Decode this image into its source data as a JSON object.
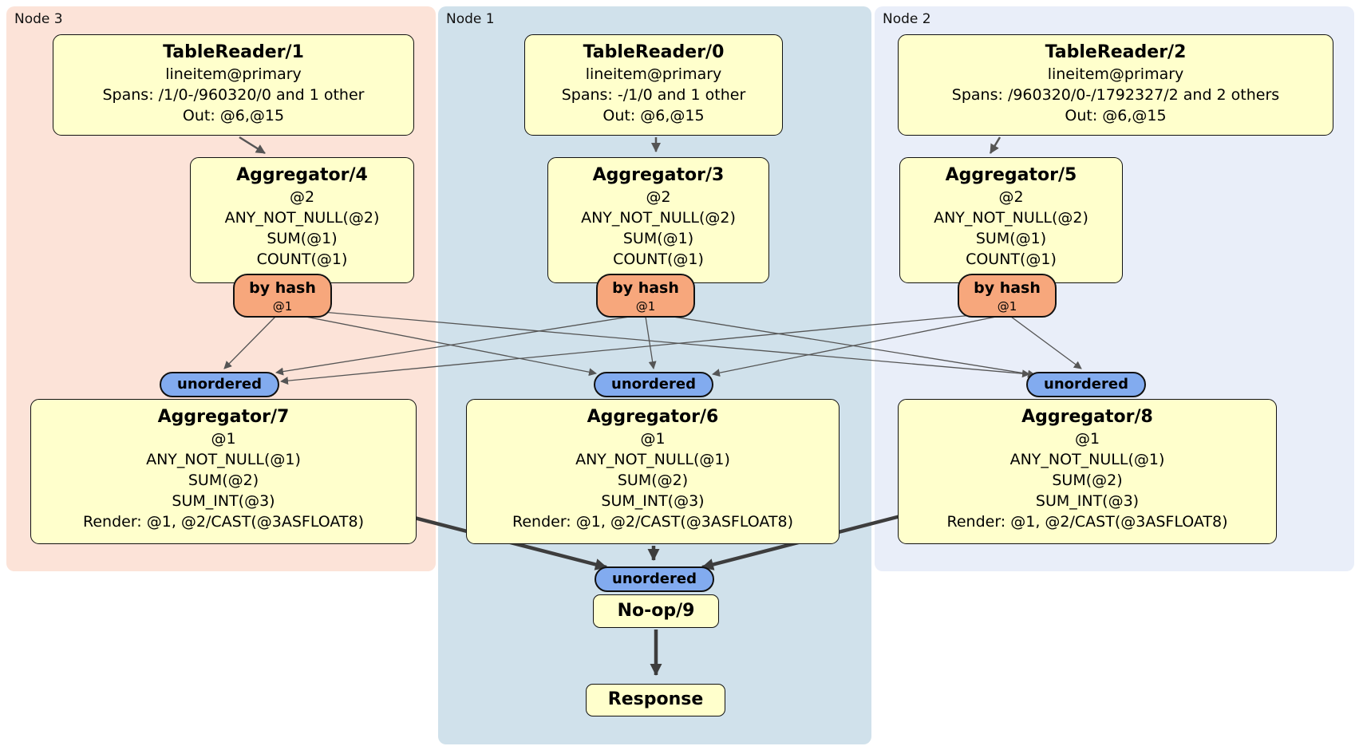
{
  "colors": {
    "node3_bg": "#fce3d8",
    "node1_bg": "#d0e1eb",
    "node2_bg": "#e9eef9",
    "box_fill": "#ffffcc",
    "hash_badge_fill": "#f7a77c",
    "stream_badge_fill": "#82abef",
    "edge_thin": "#555555",
    "edge_thick": "#3d3d3d"
  },
  "nodes": [
    {
      "label": "Node 3",
      "table_reader": {
        "title": "TableReader/1",
        "index": "lineitem@primary",
        "spans": "Spans: /1/0-/960320/0 and 1 other",
        "out": "Out: @6,@15"
      },
      "aggregator_top": {
        "title": "Aggregator/4",
        "group": "@2",
        "fn1": "ANY_NOT_NULL(@2)",
        "fn2": "SUM(@1)",
        "fn3": "COUNT(@1)"
      },
      "hash_badge": {
        "label": "by hash",
        "key": "@1"
      },
      "stream_badge": "unordered",
      "aggregator_final": {
        "title": "Aggregator/7",
        "group": "@1",
        "fn1": "ANY_NOT_NULL(@1)",
        "fn2": "SUM(@2)",
        "fn3": "SUM_INT(@3)",
        "render": "Render: @1, @2/CAST(@3ASFLOAT8)"
      }
    },
    {
      "label": "Node 1",
      "table_reader": {
        "title": "TableReader/0",
        "index": "lineitem@primary",
        "spans": "Spans: -/1/0 and 1 other",
        "out": "Out: @6,@15"
      },
      "aggregator_top": {
        "title": "Aggregator/3",
        "group": "@2",
        "fn1": "ANY_NOT_NULL(@2)",
        "fn2": "SUM(@1)",
        "fn3": "COUNT(@1)"
      },
      "hash_badge": {
        "label": "by hash",
        "key": "@1"
      },
      "stream_badge": "unordered",
      "aggregator_final": {
        "title": "Aggregator/6",
        "group": "@1",
        "fn1": "ANY_NOT_NULL(@1)",
        "fn2": "SUM(@2)",
        "fn3": "SUM_INT(@3)",
        "render": "Render: @1, @2/CAST(@3ASFLOAT8)"
      }
    },
    {
      "label": "Node 2",
      "table_reader": {
        "title": "TableReader/2",
        "index": "lineitem@primary",
        "spans": "Spans: /960320/0-/1792327/2 and 2 others",
        "out": "Out: @6,@15"
      },
      "aggregator_top": {
        "title": "Aggregator/5",
        "group": "@2",
        "fn1": "ANY_NOT_NULL(@2)",
        "fn2": "SUM(@1)",
        "fn3": "COUNT(@1)"
      },
      "hash_badge": {
        "label": "by hash",
        "key": "@1"
      },
      "stream_badge": "unordered",
      "aggregator_final": {
        "title": "Aggregator/8",
        "group": "@1",
        "fn1": "ANY_NOT_NULL(@1)",
        "fn2": "SUM(@2)",
        "fn3": "SUM_INT(@3)",
        "render": "Render: @1, @2/CAST(@3ASFLOAT8)"
      }
    }
  ],
  "sink": {
    "stream_badge": "unordered",
    "noop": "No-op/9",
    "response": "Response"
  }
}
